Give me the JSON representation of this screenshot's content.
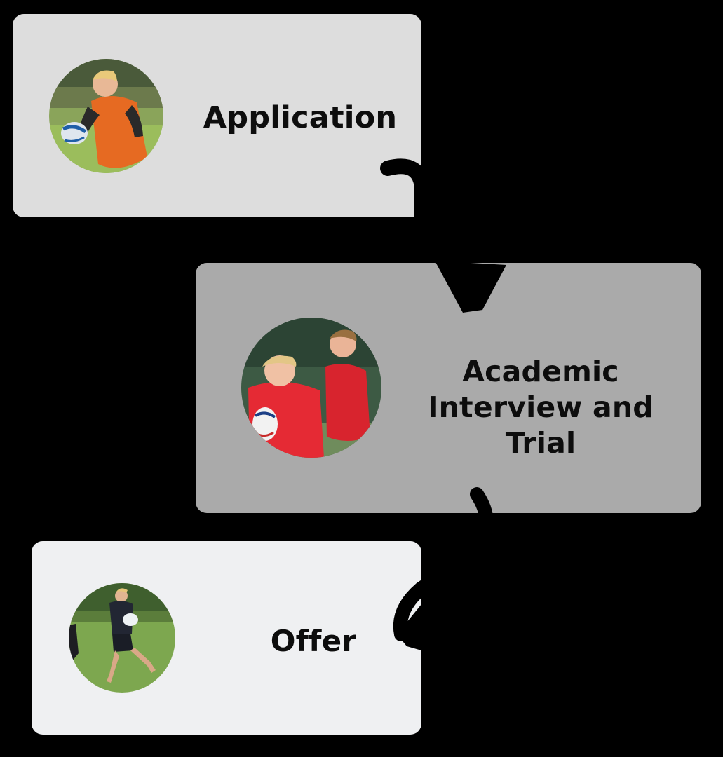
{
  "steps": [
    {
      "label": "Application",
      "photo_icon": "rugby-player-passing-photo"
    },
    {
      "label": "Academic\nInterview and Trial",
      "photo_icon": "rugby-players-running-photo"
    },
    {
      "label": "Offer",
      "photo_icon": "rugby-player-training-photo"
    }
  ],
  "colors": {
    "background": "#000000",
    "application_card": "#dddddd",
    "interview_card": "#aaaaaa",
    "offer_card": "#eff0f2",
    "text": "#0d0d0d"
  }
}
